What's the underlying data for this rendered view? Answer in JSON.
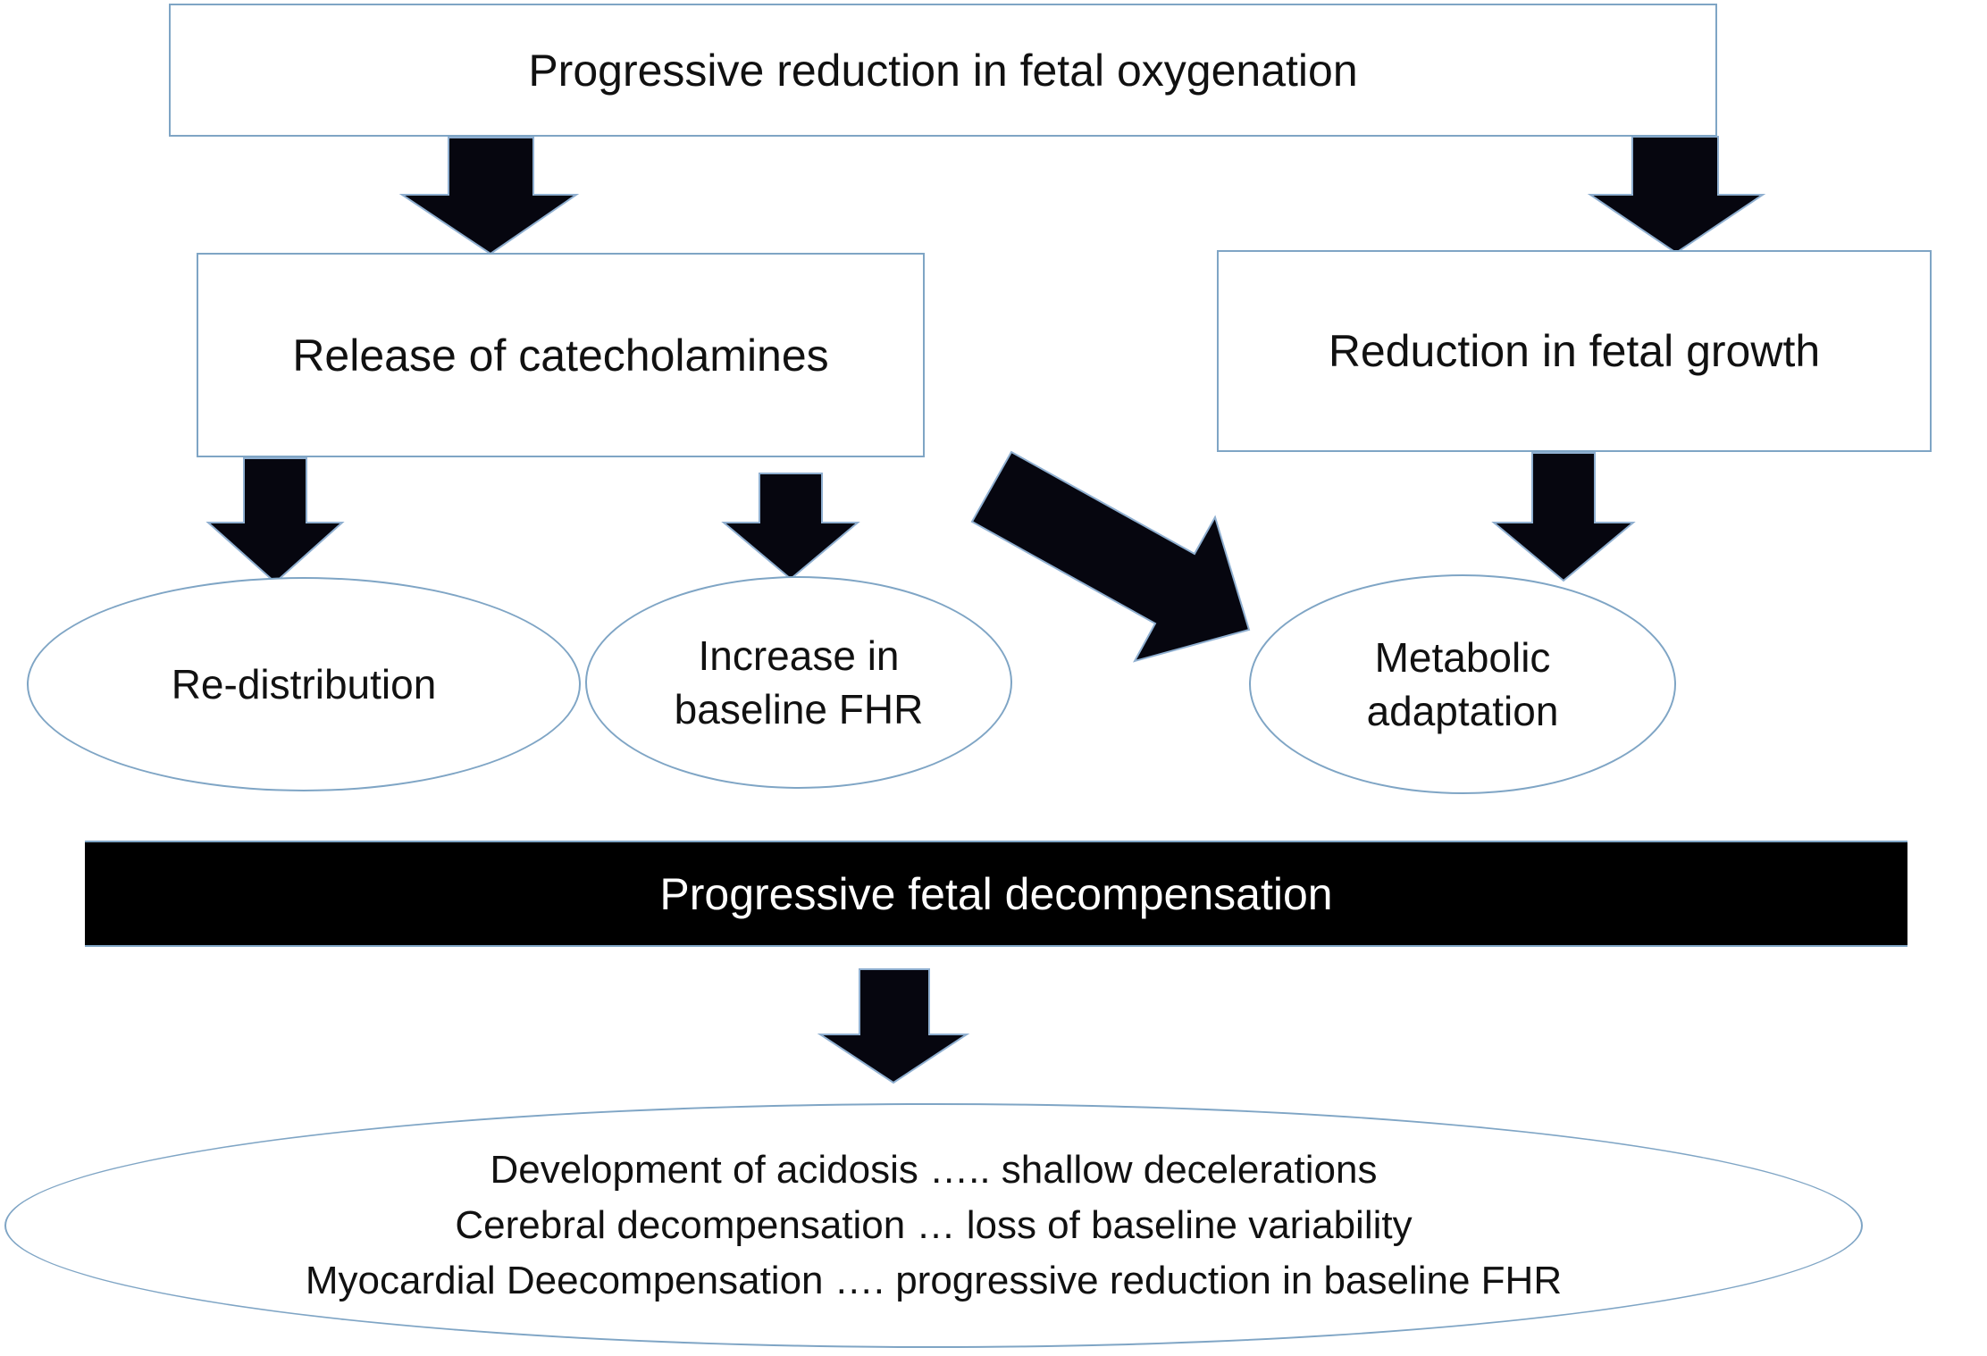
{
  "diagram": {
    "nodes": {
      "top_box": {
        "label": "Progressive reduction in fetal oxygenation"
      },
      "release_box": {
        "label": "Release of catecholamines"
      },
      "reduction_box": {
        "label": "Reduction in fetal growth"
      },
      "redistribution_ellipse": {
        "label": "Re-distribution"
      },
      "increase_fhr_ellipse": {
        "lines": [
          "Increase in",
          "baseline FHR"
        ]
      },
      "metabolic_ellipse": {
        "lines": [
          "Metabolic",
          "adaptation"
        ]
      },
      "decompensation_banner": {
        "label": "Progressive fetal decompensation"
      },
      "outcome_ellipse": {
        "lines": [
          "Development of acidosis ….. shallow decelerations",
          "Cerebral decompensation … loss of baseline variability",
          "Myocardial Deecompensation …. progressive reduction in baseline FHR"
        ]
      }
    },
    "edges": [
      {
        "from": "top_box",
        "to": "release_box"
      },
      {
        "from": "top_box",
        "to": "reduction_box"
      },
      {
        "from": "release_box",
        "to": "redistribution_ellipse"
      },
      {
        "from": "release_box",
        "to": "increase_fhr_ellipse"
      },
      {
        "from": "release_box",
        "to": "metabolic_ellipse"
      },
      {
        "from": "reduction_box",
        "to": "metabolic_ellipse"
      },
      {
        "from": "decompensation_banner",
        "to": "outcome_ellipse"
      }
    ],
    "colors": {
      "node_border": "#7fa5c5",
      "arrow_fill": "#06060f",
      "arrow_outline": "#8fafd0",
      "banner_bg": "#000000",
      "banner_text": "#ffffff",
      "text": "#111111",
      "background": "#ffffff"
    }
  }
}
